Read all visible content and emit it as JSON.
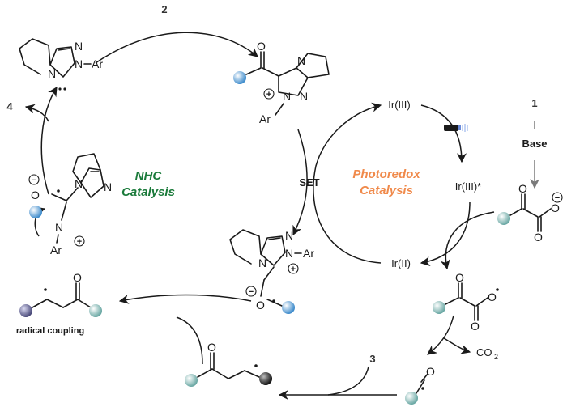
{
  "colors": {
    "nhc": "#1a7a3a",
    "photoredox": "#f08a4b",
    "radical_coupling": "#8a8a1a",
    "ball_blue": "#5aa6d8",
    "ball_teal": "#8cc0bc",
    "ball_purple": "#6a6a9a",
    "ball_black": "#303030"
  },
  "cycles": {
    "nhc_line1": "NHC",
    "nhc_line2": "Catalysis",
    "photo_line1": "Photoredox",
    "photo_line2": "Catalysis"
  },
  "compounds": {
    "c1": "1",
    "c2": "2",
    "c3": "3",
    "c4": "4"
  },
  "reagents": {
    "base": "Base",
    "co2": "CO",
    "co2_sub": "2",
    "set": "SET",
    "radical_coupling": "radical coupling"
  },
  "iridium": {
    "ir3": "Ir(III)",
    "ir3_star": "Ir(III)*",
    "ir2": "Ir(II)"
  },
  "atoms": {
    "N": "N",
    "O": "O",
    "Ar": "Ar",
    "plus": "+",
    "minus": "−"
  },
  "icons": [
    "light-source-icon"
  ]
}
